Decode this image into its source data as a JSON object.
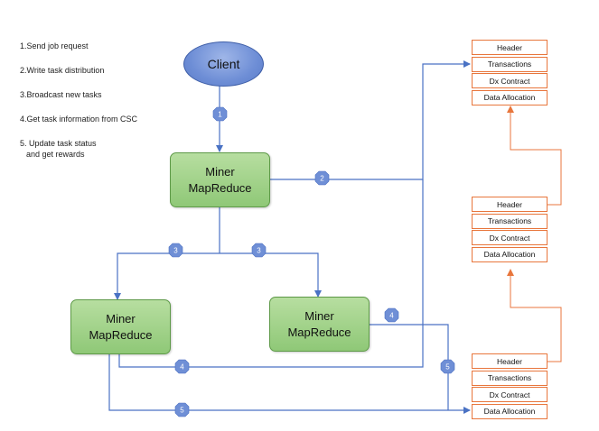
{
  "steps": [
    "1.Send job request",
    "2.Write task distribution",
    "3.Broadcast new tasks",
    "4.Get task information from CSC",
    "5.  Update task status",
    "and get rewards"
  ],
  "client": {
    "label": "Client"
  },
  "miners": [
    {
      "line1": "Miner",
      "line2": "MapReduce"
    },
    {
      "line1": "Miner",
      "line2": "MapReduce"
    },
    {
      "line1": "Miner",
      "line2": "MapReduce"
    }
  ],
  "blocks": [
    {
      "cells": [
        "Header",
        "Transactions",
        "Dx Contract",
        "Data Allocation"
      ]
    },
    {
      "cells": [
        "Header",
        "Transactions",
        "Dx Contract",
        "Data Allocation"
      ]
    },
    {
      "cells": [
        "Header",
        "Transactions",
        "Dx Contract",
        "Data Allocation"
      ]
    }
  ],
  "badges": {
    "b1": "1",
    "b2": "2",
    "b3a": "3",
    "b3b": "3",
    "b4a": "4",
    "b4b": "4",
    "b5a": "5",
    "b5b": "5"
  },
  "colors": {
    "arrow": "#4a72c4",
    "badge": "#6f8fd6",
    "chain": "#e8763c",
    "miner_fill": "#9fd085",
    "client_fill": "#7393d9"
  }
}
